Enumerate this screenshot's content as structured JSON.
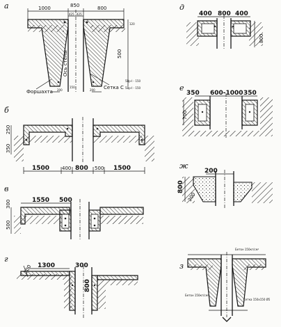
{
  "panels": {
    "a": {
      "letter": "а",
      "dims": [
        "1000",
        "850",
        "800",
        "425",
        "425",
        "120",
        "500",
        "150",
        "200",
        "200"
      ],
      "text": {
        "axis": "Ось стены",
        "formwork": "Форшахта",
        "mesh": "Сетка С",
        "mesh_spec_1": "5Bp-I - 150",
        "mesh_spec_2": "5Bp-I - 150"
      }
    },
    "b": {
      "letter": "б",
      "dims": [
        "250",
        "350",
        "1500",
        "400",
        "800",
        "500",
        "1500"
      ]
    },
    "v": {
      "letter": "в",
      "dims": [
        "300",
        "1550",
        "500",
        "500"
      ]
    },
    "g": {
      "letter": "г",
      "dims": [
        "1300",
        "300",
        "200",
        "800"
      ]
    },
    "d": {
      "letter": "д",
      "dims": [
        "400",
        "800",
        "400",
        "800"
      ]
    },
    "e": {
      "letter": "е",
      "dims": [
        "350",
        "600-1000",
        "350",
        "700"
      ]
    },
    "zh": {
      "letter": "ж",
      "dims": [
        "200",
        "800",
        "200"
      ]
    },
    "z": {
      "letter": "з",
      "notes": [
        "Бетон 150кг/см²",
        "Бетон 150кг/см²",
        "Сетка 150x150 Ø5"
      ]
    }
  }
}
